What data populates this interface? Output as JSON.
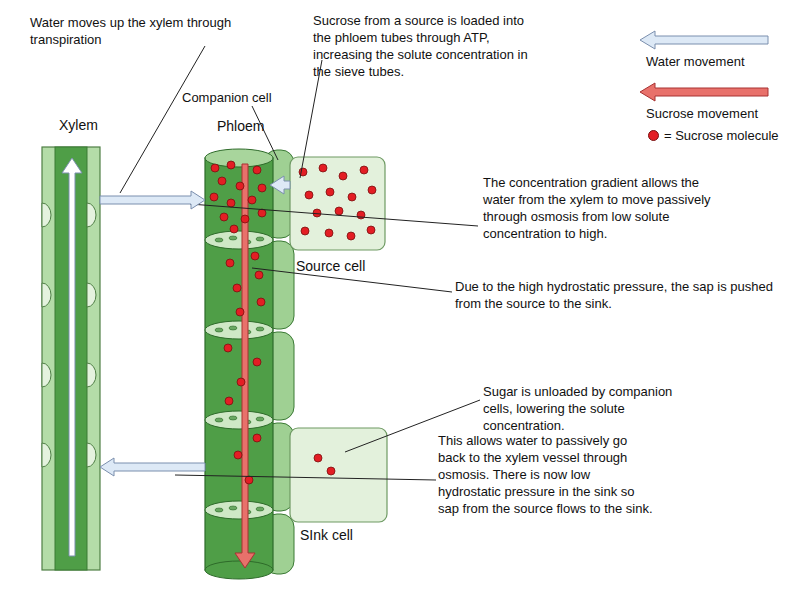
{
  "diagram": {
    "nodes": [
      {
        "text": [
          "Xylem"
        ]
      },
      {
        "text": [
          "Phloem"
        ]
      },
      {
        "text": [
          "Source cell"
        ]
      },
      {
        "text": [
          "SInk cell"
        ]
      }
    ],
    "edges": [
      {
        "from": 0,
        "to": 1,
        "arrow": "to"
      },
      {
        "from": 2,
        "to": 1,
        "arrow": "to"
      },
      {
        "from": 1,
        "to": 0,
        "arrow": "to"
      }
    ],
    "labels": [
      "Water moves up the xylem through transpiration",
      "Sucrose from a source is loaded into the phloem tubes through ATP, increasing the solute concentration in the sieve tubes.",
      "Companion cell",
      "The concentration gradient allows the water from the xylem to move passively through osmosis from low solute concentration to high.",
      "Due to the high hydrostatic pressure, the sap is pushed from the source to the sink.",
      "Sugar is unloaded by companion cells, lowering the solute concentration.",
      "This allows water to passively go back to the xylem vessel through osmosis. There is now low hydrostatic pressure in the sink so sap from the source flows to the sink."
    ],
    "legend": [
      {
        "text": "Water movement"
      },
      {
        "text": "Sucrose movement"
      },
      {
        "text": "= Sucrose molecule",
        "color": "#e31e24"
      }
    ]
  }
}
